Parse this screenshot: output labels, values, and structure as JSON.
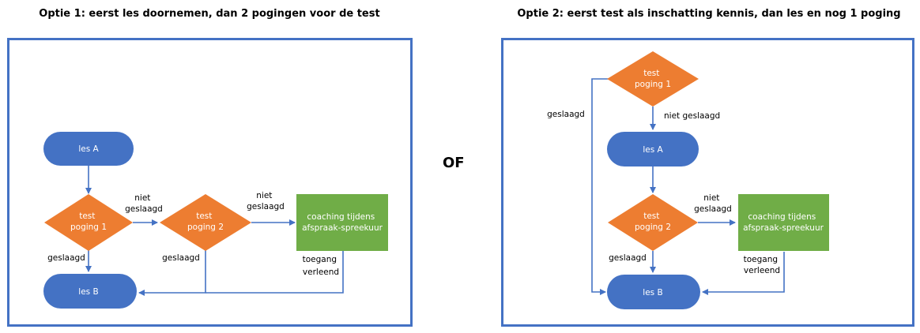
{
  "option1": {
    "title": "Optie 1: eerst les doornemen, dan 2 pogingen voor de test",
    "les_a": "les A",
    "test1": [
      "test",
      "poging 1"
    ],
    "test2": [
      "test",
      "poging 2"
    ],
    "coaching": [
      "coaching tijdens",
      "afspraak-spreekuur"
    ],
    "les_b": "les B",
    "label_niet_geslaagd_1": [
      "niet",
      "geslaagd"
    ],
    "label_niet_geslaagd_2": [
      "niet",
      "geslaagd"
    ],
    "label_geslaagd_1": "geslaagd",
    "label_geslaagd_2": "geslaagd",
    "label_toegang": [
      "toegang",
      "verleend"
    ]
  },
  "separator": "OF",
  "option2": {
    "title": "Optie 2: eerst test als inschatting kennis, dan les en nog 1 poging",
    "test1": [
      "test",
      "poging 1"
    ],
    "les_a": "les A",
    "test2": [
      "test",
      "poging 2"
    ],
    "coaching": [
      "coaching tijdens",
      "afspraak-spreekuur"
    ],
    "les_b": "les B",
    "label_geslaagd_top": "geslaagd",
    "label_niet_geslaagd_1": "niet geslaagd",
    "label_niet_geslaagd_2": [
      "niet",
      "geslaagd"
    ],
    "label_geslaagd_2": "geslaagd",
    "label_toegang": [
      "toegang",
      "verleend"
    ]
  },
  "colors": {
    "frame": "#4472c4",
    "terminal": "#4472c4",
    "decision": "#ed7d31",
    "process": "#70ad47",
    "arrow": "#4472c4"
  }
}
